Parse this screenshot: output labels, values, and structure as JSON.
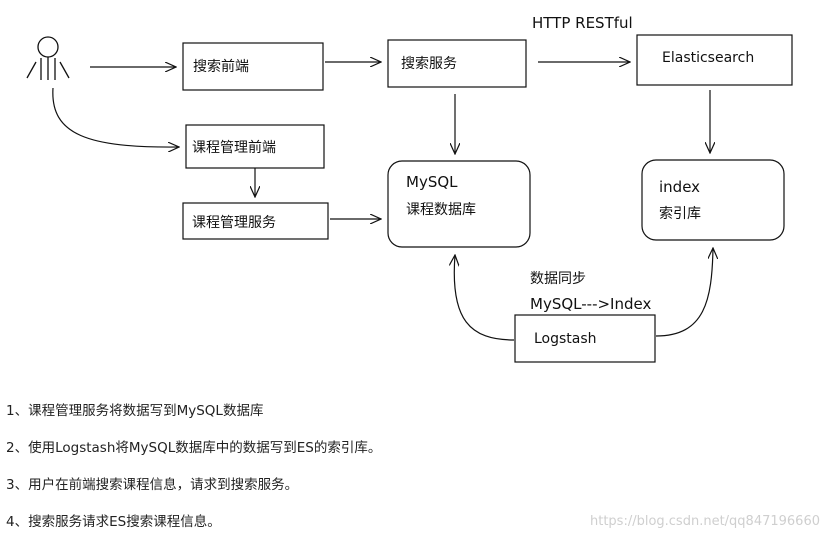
{
  "nodes": {
    "search_frontend": "搜索前端",
    "search_service": "搜索服务",
    "elasticsearch": "Elasticsearch",
    "course_mgmt_frontend": "课程管理前端",
    "course_mgmt_service": "课程管理服务",
    "mysql_title": "MySQL",
    "mysql_subtitle": "课程数据库",
    "index_title": "index",
    "index_subtitle": "索引库",
    "logstash": "Logstash"
  },
  "labels": {
    "http": "HTTP RESTful",
    "sync": "数据同步",
    "sync_detail": "MySQL--->Index"
  },
  "notes": [
    "1、课程管理服务将数据写到MySQL数据库",
    "2、使用Logstash将MySQL数据库中的数据写到ES的索引库。",
    "3、用户在前端搜索课程信息，请求到搜索服务。",
    "4、搜索服务请求ES搜索课程信息。"
  ],
  "watermark": "https://blog.csdn.net/qq847196660",
  "colors": {
    "line": "#111111",
    "watermark": "#cfcfcf",
    "text": "#222222"
  }
}
